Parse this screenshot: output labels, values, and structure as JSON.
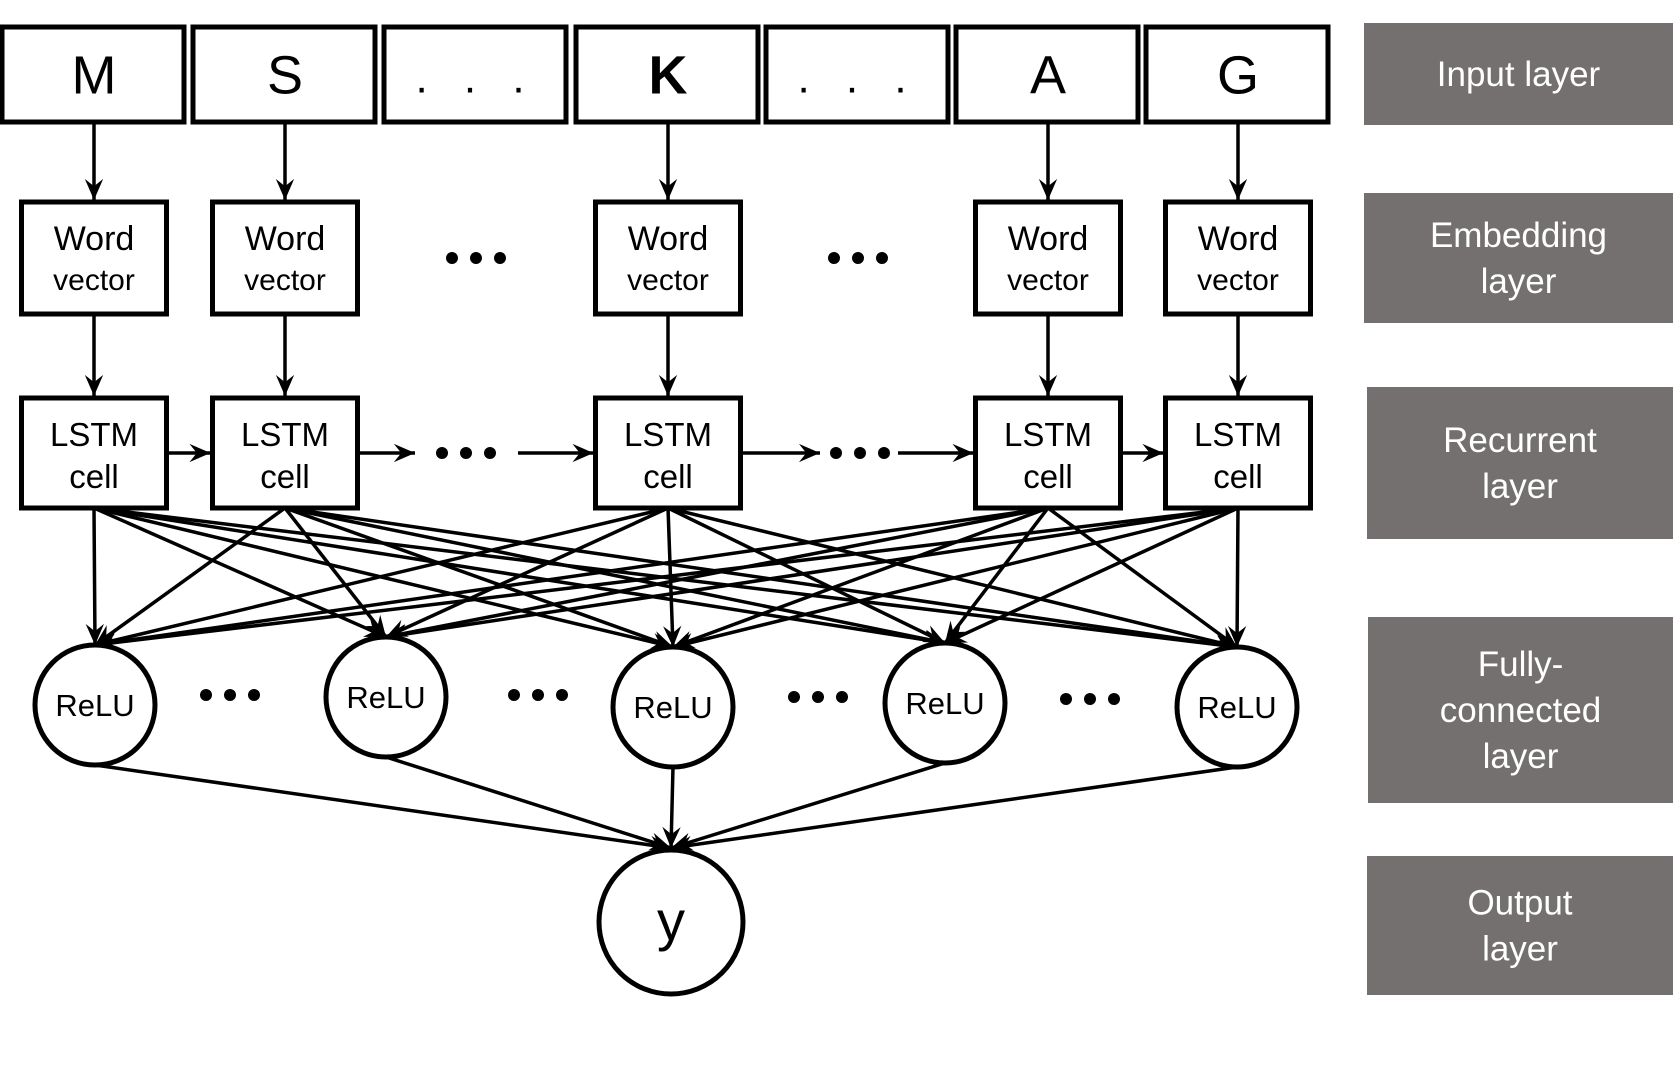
{
  "diagram": {
    "title": "LSTM neural network architecture",
    "input_tokens": [
      "M",
      "S",
      "...",
      "K",
      "...",
      "A",
      "G"
    ],
    "highlight_token": "K",
    "highlight_color": "#e31b1b",
    "embedding_label_line1": "Word",
    "embedding_label_line2": "vector",
    "lstm_label_line1": "LSTM",
    "lstm_label_line2": "cell",
    "relu_label": "ReLU",
    "output_label": "y",
    "ellipsis": "•••",
    "columns_with_nodes": [
      0,
      1,
      3,
      5,
      6
    ],
    "layers": [
      {
        "name": "input-layer",
        "lines": [
          "Input layer"
        ]
      },
      {
        "name": "embedding-layer",
        "lines": [
          "Embedding",
          "layer"
        ]
      },
      {
        "name": "recurrent-layer",
        "lines": [
          "Recurrent",
          "layer"
        ]
      },
      {
        "name": "fully-connected-layer",
        "lines": [
          "Fully-",
          "connected",
          "layer"
        ]
      },
      {
        "name": "output-layer",
        "lines": [
          "Output",
          "layer"
        ]
      }
    ],
    "panel_color": "#747070"
  }
}
